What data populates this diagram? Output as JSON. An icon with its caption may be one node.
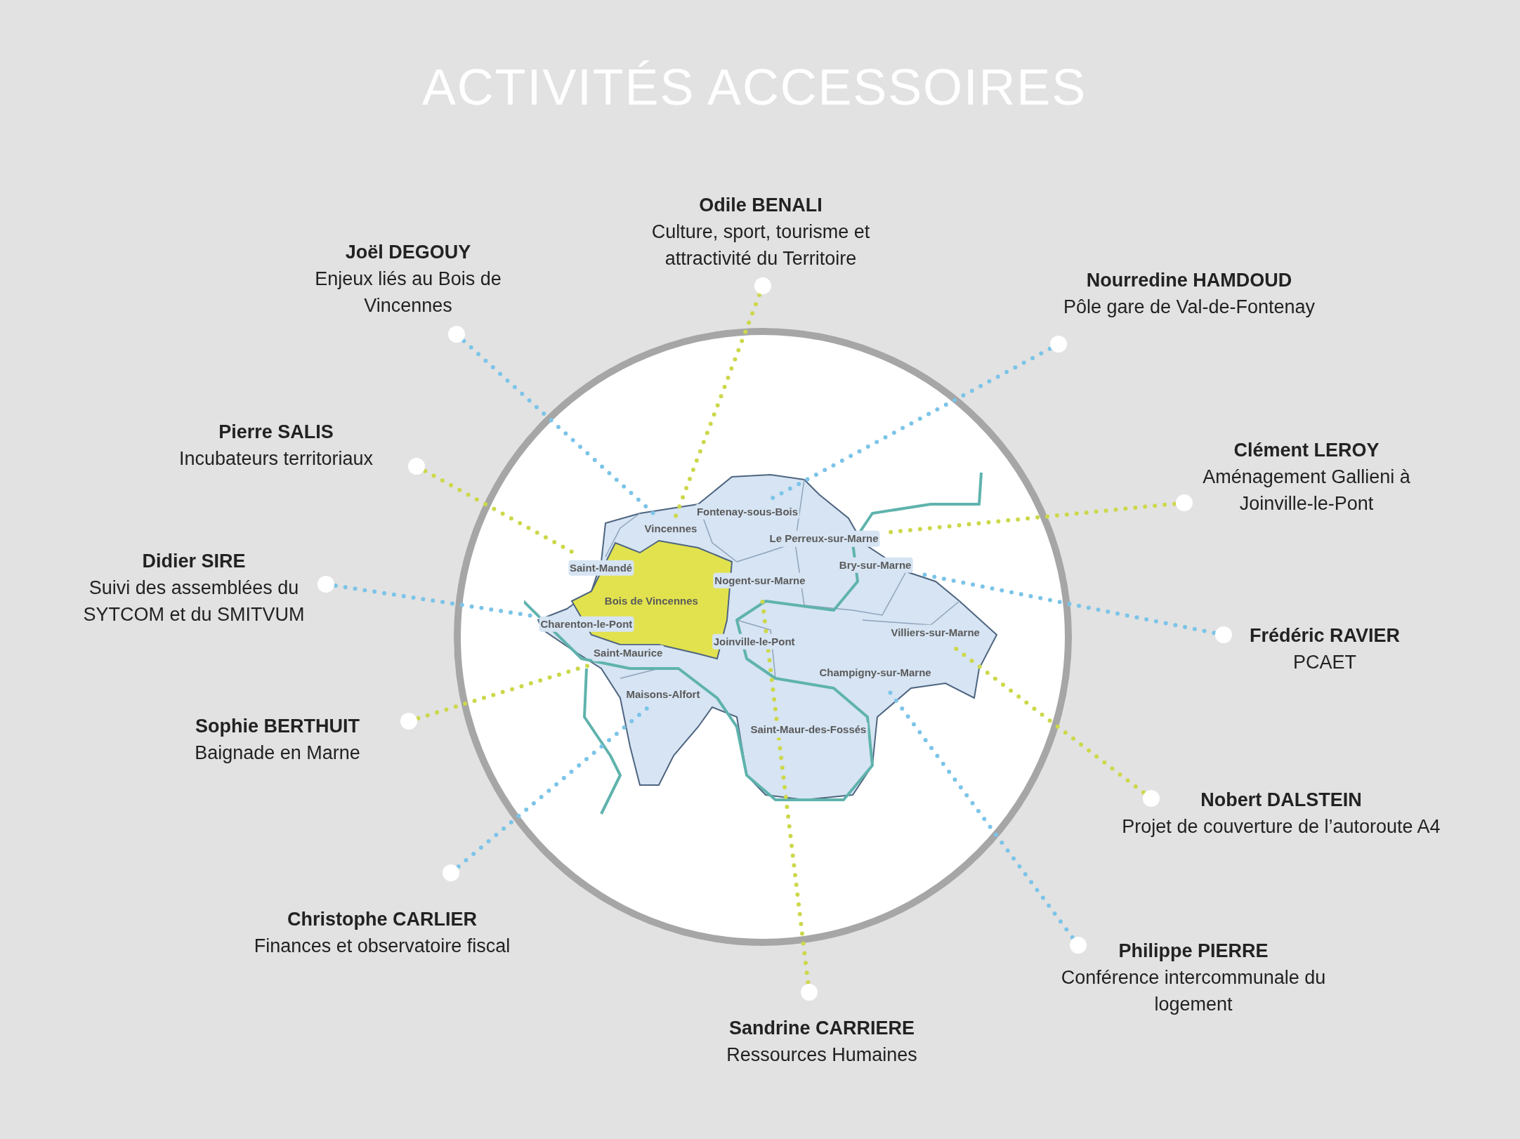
{
  "diagram": {
    "title": "ACTIVITÉS ACCESSOIRES",
    "nodes": [
      {
        "text": [
          "Joël DEGOUY",
          "Enjeux liés au Bois de Vincennes"
        ]
      },
      {
        "text": [
          "Odile BENALI",
          "Culture, sport, tourisme et attractivité du Territoire"
        ]
      },
      {
        "text": [
          "Nourredine HAMDOUD",
          "Pôle gare de Val-de-Fontenay"
        ]
      },
      {
        "text": [
          "Pierre SALIS",
          "Incubateurs territoriaux"
        ]
      },
      {
        "text": [
          "Clément LEROY",
          "Aménagement Gallieni à Joinville-le-Pont"
        ]
      },
      {
        "text": [
          "Didier SIRE",
          "Suivi des assemblées du SYTCOM et du SMITVUM"
        ]
      },
      {
        "text": [
          "Frédéric RAVIER",
          "PCAET"
        ]
      },
      {
        "text": [
          "Sophie BERTHUIT",
          "Baignade en Marne"
        ]
      },
      {
        "text": [
          "Nobert DALSTEIN",
          "Projet de couverture de l’autoroute A4"
        ]
      },
      {
        "text": [
          "Christophe CARLIER",
          "Finances et observatoire fiscal"
        ]
      },
      {
        "text": [
          "Philippe PIERRE",
          "Conférence intercommunale du logement"
        ]
      },
      {
        "text": [
          "Sandrine CARRIERE",
          "Ressources Humaines"
        ]
      },
      {
        "text": [],
        "shape": "circle"
      },
      {
        "text": [
          "Fontenay-sous-Bois"
        ],
        "in": 12
      },
      {
        "text": [
          "Vincennes"
        ],
        "in": 12
      },
      {
        "text": [
          "Le Perreux-sur-Marne"
        ],
        "in": 12
      },
      {
        "text": [
          "Saint-Mandé"
        ],
        "in": 12
      },
      {
        "text": [
          "Bry-sur-Marne"
        ],
        "in": 12
      },
      {
        "text": [
          "Nogent-sur-Marne"
        ],
        "in": 12
      },
      {
        "text": [
          "Bois de Vincennes"
        ],
        "in": 12
      },
      {
        "text": [
          "Charenton-le-Pont"
        ],
        "in": 12
      },
      {
        "text": [
          "Villiers-sur-Marne"
        ],
        "in": 12
      },
      {
        "text": [
          "Saint-Maurice"
        ],
        "in": 12
      },
      {
        "text": [
          "Joinville-le-Pont"
        ],
        "in": 12
      },
      {
        "text": [
          "Champigny-sur-Marne"
        ],
        "in": 12
      },
      {
        "text": [
          "Maisons-Alfort"
        ],
        "in": 12
      },
      {
        "text": [
          "Saint-Maur-des-Fossés"
        ],
        "in": 12
      }
    ],
    "edges": [
      {
        "from": 0,
        "to": 14,
        "arrow": "other",
        "style": "dashed",
        "color": "#7cc4e8"
      },
      {
        "from": 1,
        "to": 14,
        "arrow": "other",
        "style": "dashed",
        "color": "#ccd84a"
      },
      {
        "from": 2,
        "to": 13,
        "arrow": "other",
        "style": "dashed",
        "color": "#7cc4e8"
      },
      {
        "from": 3,
        "to": 16,
        "arrow": "other",
        "style": "dashed",
        "color": "#ccd84a"
      },
      {
        "from": 4,
        "to": 15,
        "arrow": "other",
        "style": "dashed",
        "color": "#ccd84a"
      },
      {
        "from": 5,
        "to": 20,
        "arrow": "other",
        "style": "dashed",
        "color": "#7cc4e8"
      },
      {
        "from": 6,
        "to": 17,
        "arrow": "other",
        "style": "dashed",
        "color": "#7cc4e8"
      },
      {
        "from": 7,
        "to": 22,
        "arrow": "other",
        "style": "dashed",
        "color": "#ccd84a"
      },
      {
        "from": 8,
        "to": 21,
        "arrow": "other",
        "style": "dashed",
        "color": "#ccd84a"
      },
      {
        "from": 9,
        "to": 25,
        "arrow": "other",
        "style": "dashed",
        "color": "#7cc4e8"
      },
      {
        "from": 10,
        "to": 24,
        "arrow": "other",
        "style": "dashed",
        "color": "#7cc4e8"
      },
      {
        "from": 11,
        "to": 18,
        "arrow": "other",
        "style": "dashed",
        "color": "#ccd84a"
      }
    ]
  }
}
